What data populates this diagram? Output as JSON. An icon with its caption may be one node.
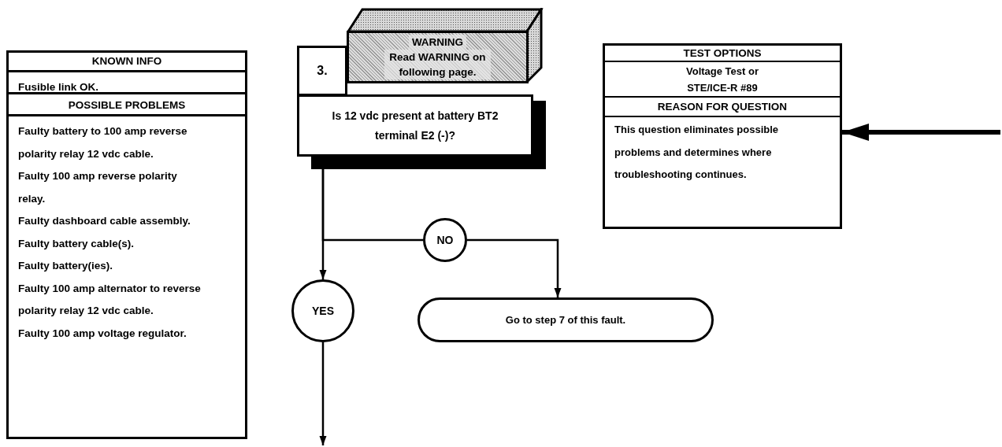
{
  "diagram": {
    "nodes": [
      {
        "text": [
          "KNOWN INFO",
          "Fusible link OK.",
          "POSSIBLE PROBLEMS",
          "Faulty battery to 100 amp reverse polarity relay 12 vdc cable.",
          "Faulty 100 amp reverse polarity relay.",
          "Faulty dashboard cable assembly.",
          "Faulty battery cable(s).",
          "Faulty battery(ies).",
          "Faulty 100 amp alternator to reverse polarity relay 12 vdc cable.",
          "Faulty 100 amp voltage regulator."
        ]
      },
      {
        "text": [
          "3.",
          "Is 12 vdc present at battery BT2 terminal E2 (-)?"
        ]
      },
      {
        "text": [
          "WARNING",
          "Read WARNING on following page."
        ]
      },
      {
        "text": [
          "NO"
        ]
      },
      {
        "text": [
          "YES"
        ]
      },
      {
        "text": [
          "Go to step 7 of this fault."
        ]
      },
      {
        "text": [
          "TEST OPTIONS",
          "Voltage Test or STE/ICE-R #89",
          "REASON FOR QUESTION",
          "This question eliminates possible problems and determines where troubleshooting continues."
        ]
      }
    ],
    "edges": [
      {
        "from": 1,
        "to": 3,
        "arrow": "none"
      },
      {
        "from": 1,
        "to": 4,
        "arrow": "to"
      },
      {
        "from": 3,
        "to": 5,
        "arrow": "to"
      },
      {
        "from": 4,
        "to": null,
        "arrow": "to"
      },
      {
        "from": null,
        "to": 6,
        "arrow": "to",
        "style": "thick"
      }
    ]
  }
}
